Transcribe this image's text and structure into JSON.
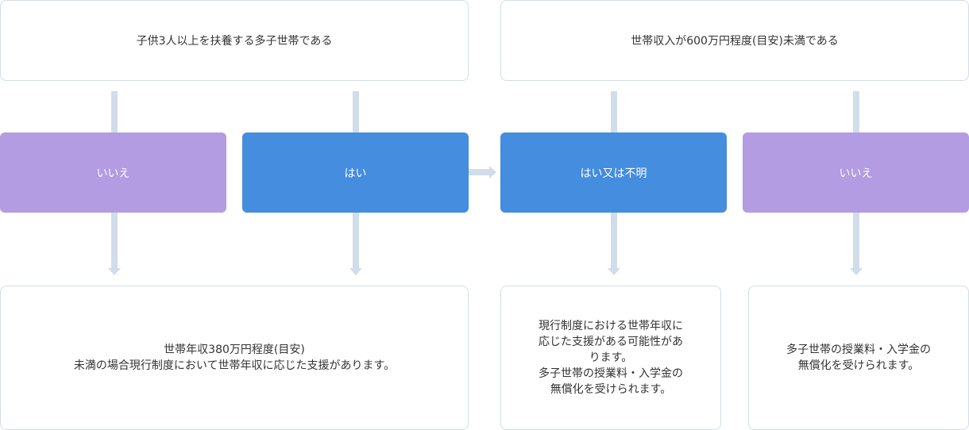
{
  "questions": {
    "q1": "子供3人以上を扶養する多子世帯である",
    "q2": "世帯収入が600万円程度(目安)未満である"
  },
  "answers": {
    "a1": "いいえ",
    "a2": "はい",
    "a3": "はい又は不明",
    "a4": "いいえ"
  },
  "results": {
    "r1": [
      "世帯年収380万円程度(目安)",
      "未満の場合現行制度において世帯年収に応じた支援があります。"
    ],
    "r2": [
      "現行制度における世帯年収に",
      "応じた支援がある可能性があ",
      "ります。",
      "多子世帯の授業料・入学金の",
      "無償化を受けられます。"
    ],
    "r3": [
      "多子世帯の授業料・入学金の",
      "無償化を受けられます。"
    ]
  },
  "colors": {
    "no_box": "#b39ce2",
    "yes_box": "#448ddf",
    "connector": "#d1dde8",
    "border": "#d3dde6"
  }
}
